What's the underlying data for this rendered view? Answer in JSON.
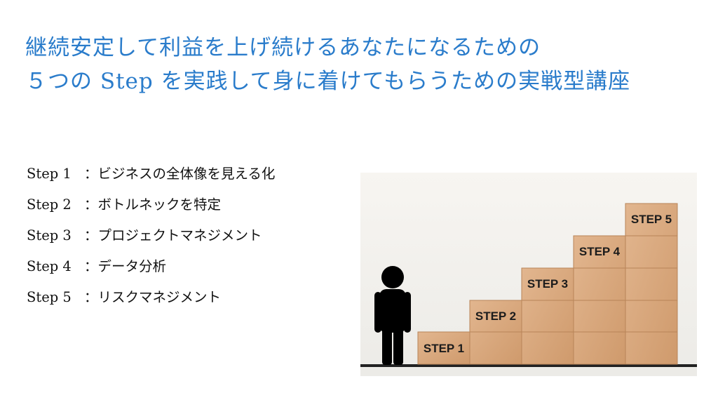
{
  "title": {
    "line1": "継続安定して利益を上げ続けるあなたになるための",
    "line2": "５つの Step を実践して身に着けてもらうための実戦型講座"
  },
  "steps": [
    {
      "num": "Step 1",
      "sep": "：",
      "text": "ビジネスの全体像を見える化"
    },
    {
      "num": "Step 2",
      "sep": "：",
      "text": "ボトルネックを特定"
    },
    {
      "num": "Step 3",
      "sep": "：",
      "text": "プロジェクトマネジメント"
    },
    {
      "num": "Step 4",
      "sep": "：",
      "text": "データ分析"
    },
    {
      "num": "Step 5",
      "sep": "：",
      "text": "リスクマネジメント"
    }
  ],
  "illustration": {
    "blocks": [
      "STEP 1",
      "STEP 2",
      "STEP 3",
      "STEP 4",
      "STEP 5"
    ],
    "block_color": "#d9a57a",
    "figure_color": "#000000"
  }
}
